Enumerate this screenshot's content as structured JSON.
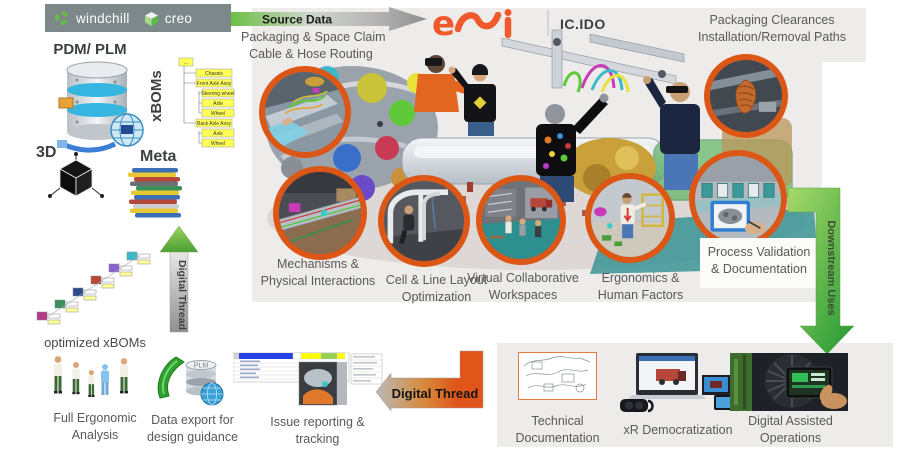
{
  "colors": {
    "accent_green": "#6CBE45",
    "accent_orange": "#DC5716",
    "esi_orange": "#F0592B",
    "panel_gray": "#EDECEA",
    "banner_gray": "#7C8889"
  },
  "header": {
    "windchill_label": "windchill",
    "creo_label": "creo",
    "pdm_plm": "PDM/ PLM",
    "source_data_arrow": "Source Data",
    "product_name": "IC.IDO"
  },
  "source_side": {
    "xboms_label": "xBOMs",
    "bom_tree": [
      "...",
      "Chassis",
      "Front Axle Assy",
      "Steering wheel",
      "Axle",
      "Wheel",
      "Back Axle Assy",
      "Axle",
      "Wheel"
    ],
    "three_d": "3D",
    "meta": "Meta"
  },
  "main_panel": {
    "top_left_lines": [
      "Packaging & Space Claim",
      "Cable & Hose Routing"
    ],
    "top_right_lines": [
      "Packaging Clearances",
      "Installation/Removal Paths"
    ],
    "bubble_labels": [
      [
        "Mechanisms &",
        "Physical Interactions"
      ],
      [
        "Cell & Line Layout",
        "Optimization"
      ],
      [
        "Virtual Collaborative",
        "Workspaces"
      ],
      [
        "Ergonomics &",
        "Human Factors"
      ],
      [
        "Process Validation",
        "&  Documentation"
      ]
    ]
  },
  "arrows": {
    "downstream": "Downstream Uses",
    "digital_thread_up": "Digital Thread",
    "digital_thread_back": "Digital Thread"
  },
  "feedback_row": {
    "optimized_xboms": "optimized xBOMs",
    "ergonomic_lines": [
      "Full Ergonomic",
      "Analysis"
    ],
    "export_lines": [
      "Data export for",
      "design guidance"
    ],
    "plm_badge": "PLM",
    "issue_lines": [
      "Issue reporting &",
      "tracking"
    ]
  },
  "downstream_panel": {
    "tech_doc_lines": [
      "Technical",
      "Documentation"
    ],
    "xr_label": "xR Democratization",
    "dao_lines": [
      "Digital Assisted",
      "Operations"
    ]
  }
}
